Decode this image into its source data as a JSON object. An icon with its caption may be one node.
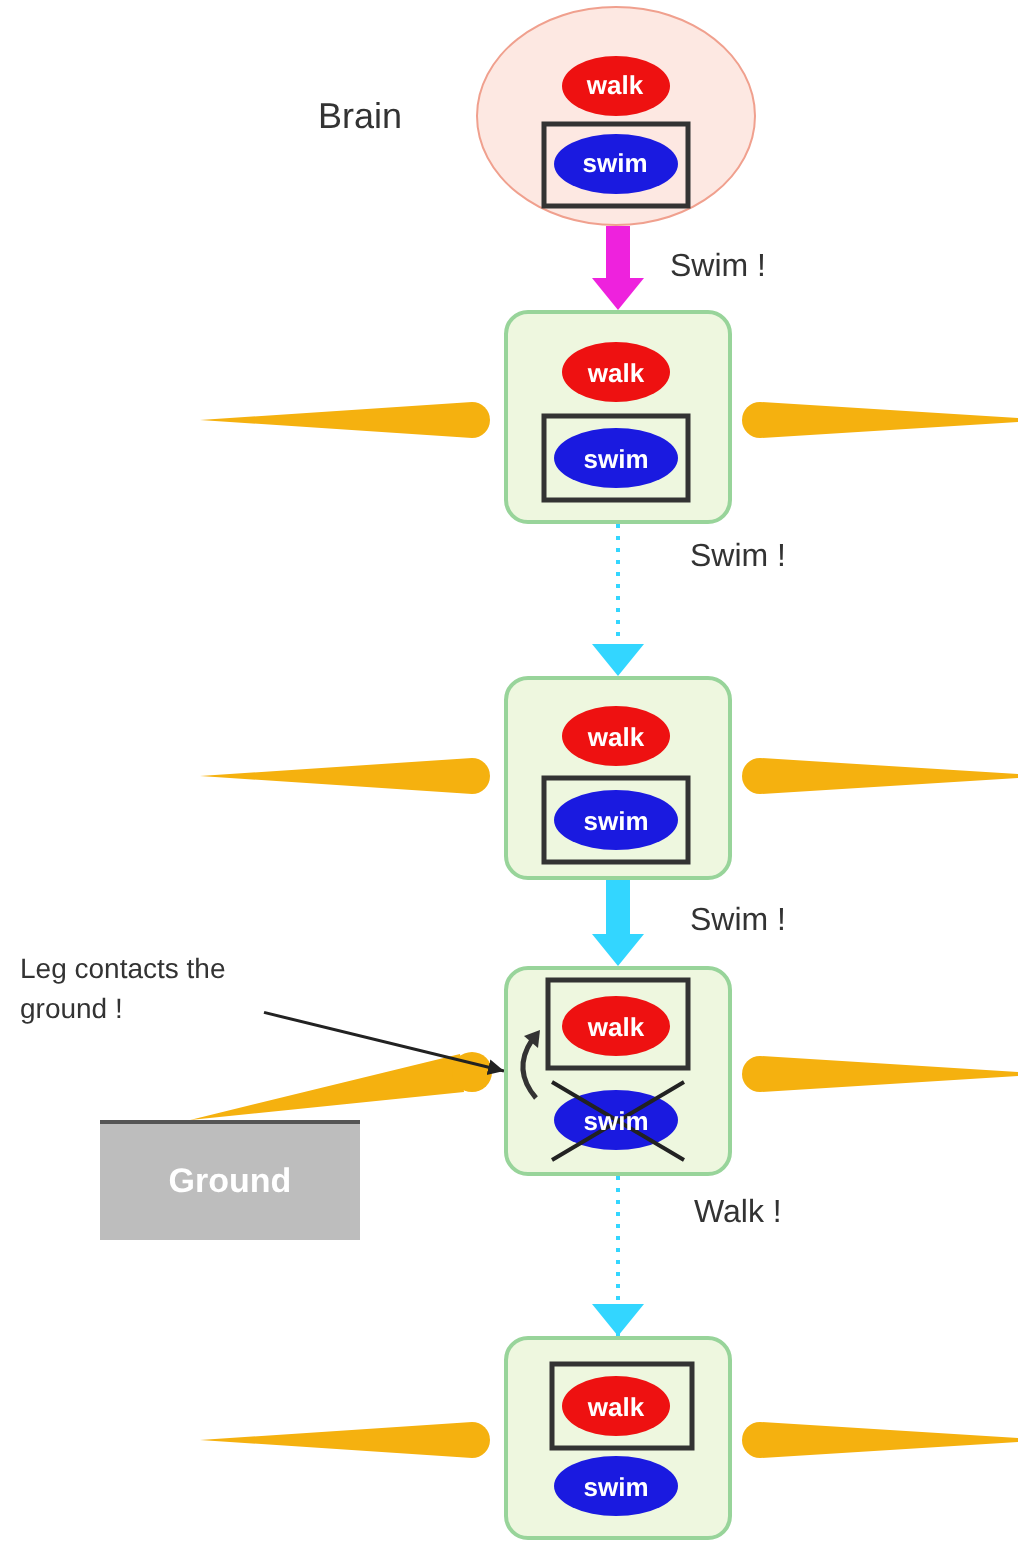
{
  "diagram": {
    "nodes": [
      {
        "text": [
          "Brain"
        ]
      },
      {
        "text": [
          "walk"
        ],
        "in": 0
      },
      {
        "text": [
          "swim"
        ],
        "in": 0
      },
      {
        "text": [],
        "shape": "box"
      },
      {
        "text": [
          "walk"
        ],
        "in": 3
      },
      {
        "text": [
          "swim"
        ],
        "in": 3
      },
      {
        "text": [],
        "shape": "box"
      },
      {
        "text": [
          "walk"
        ],
        "in": 6
      },
      {
        "text": [
          "swim"
        ],
        "in": 6
      },
      {
        "text": [
          "Leg contacts the ground !"
        ]
      },
      {
        "text": [],
        "shape": "box"
      },
      {
        "text": [
          "walk"
        ],
        "in": 10
      },
      {
        "text": [
          "swim"
        ],
        "in": 10
      },
      {
        "text": [
          "Ground"
        ]
      },
      {
        "text": [],
        "shape": "box"
      },
      {
        "text": [
          "walk"
        ],
        "in": 14
      },
      {
        "text": [
          "swim"
        ],
        "in": 14
      }
    ],
    "edges": [
      {
        "from": 0,
        "to": 3,
        "arrow": "to",
        "label": "Swim !",
        "style": "thick",
        "color": "#ee22dd"
      },
      {
        "from": 3,
        "to": 6,
        "arrow": "to",
        "label": "Swim !",
        "style": "dashed"
      },
      {
        "from": 6,
        "to": 10,
        "arrow": "to",
        "label": "Swim !",
        "style": "thick"
      },
      {
        "from": 9,
        "to": 10,
        "arrow": "to",
        "color": "#222222"
      },
      {
        "from": 10,
        "to": 14,
        "arrow": "to",
        "label": "Walk !",
        "style": "dashed"
      }
    ]
  }
}
